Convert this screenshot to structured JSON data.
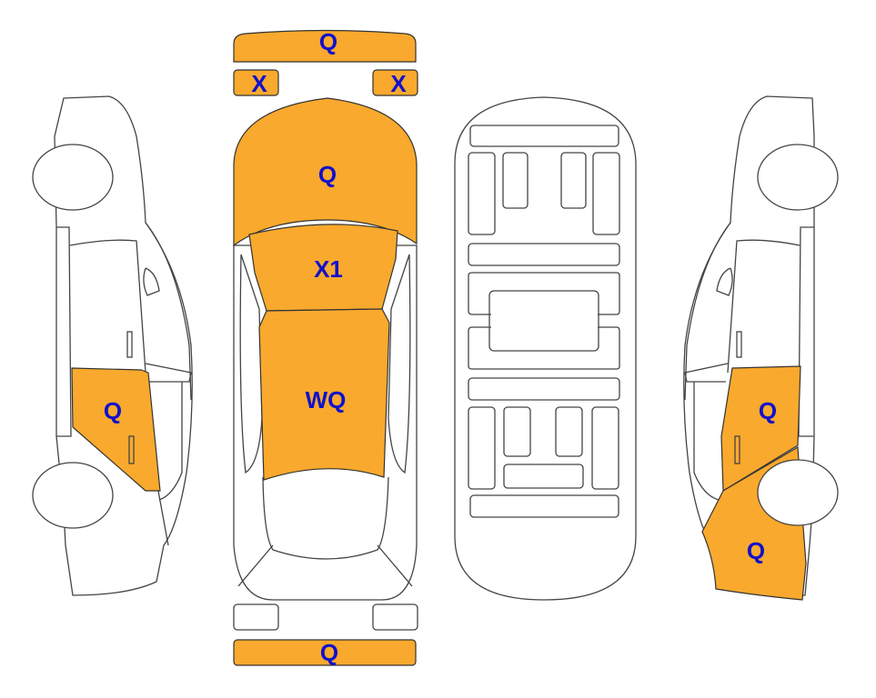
{
  "colors": {
    "damage_fill": "#F9A92D",
    "label": "#1010CC",
    "outline": "#444444"
  },
  "top_view": {
    "front_bumper": "Q",
    "left_headlight": "X",
    "right_headlight": "X",
    "hood": "Q",
    "windshield": "X1",
    "roof": "WQ",
    "rear_bumper": "Q"
  },
  "left_side": {
    "rear_door": "Q"
  },
  "right_side": {
    "rear_door": "Q",
    "rear_quarter": "Q"
  }
}
